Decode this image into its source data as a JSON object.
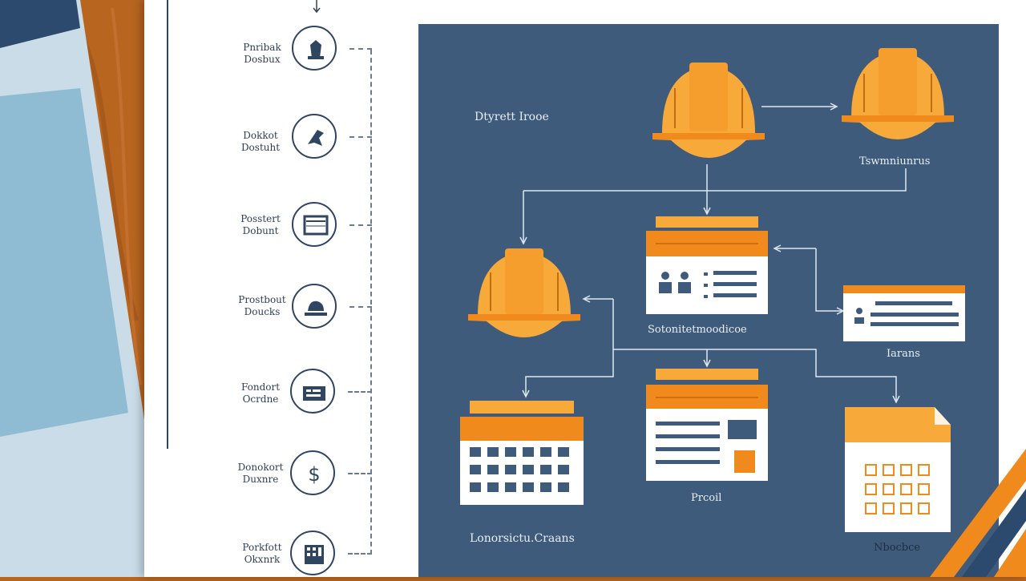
{
  "steps": [
    {
      "label": "Pnribak Dosbux",
      "icon": "worker-icon"
    },
    {
      "label": "Dokkot Dostuht",
      "icon": "hand-icon"
    },
    {
      "label": "Posstert Dobunt",
      "icon": "register-icon"
    },
    {
      "label": "Prostbout Doucks",
      "icon": "helmet-icon"
    },
    {
      "label": "Fondort Ocrdne",
      "icon": "screen-icon"
    },
    {
      "label": "Donokort Duxnre",
      "icon": "dollar-icon"
    },
    {
      "label": "Porkfott Okxnrk",
      "icon": "calculator-icon"
    }
  ],
  "panel": {
    "title": "Dtyrett Irooe",
    "helmet_right_label": "Tswmniunrus",
    "form_label": "Sotonitetmoodicoe",
    "card_label": "Iarans",
    "calendar_label": "Lonorsictu.Craans",
    "doc_label": "Prcoil",
    "file_label": "Nbocbce"
  },
  "colors": {
    "panel_bg": "#3f5b7c",
    "accent_orange": "#f0922a",
    "helmet_yellow": "#f7a93a",
    "desk_wood": "#b8651f"
  }
}
